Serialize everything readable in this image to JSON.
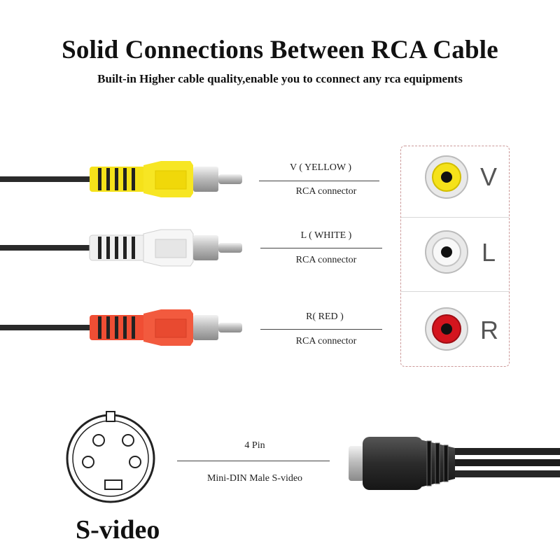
{
  "header": {
    "title": "Solid Connections Between RCA Cable",
    "subtitle": "Built-in Higher cable quality,enable you to cconnect any rca equipments"
  },
  "connectors": [
    {
      "name": "V ( YELLOW )",
      "type": "RCA connector",
      "color": "#f5e21a",
      "letter": "V"
    },
    {
      "name": "L ( WHITE )",
      "type": "RCA connector",
      "color": "#f4f4f4",
      "letter": "L"
    },
    {
      "name": "R( RED )",
      "type": "RCA connector",
      "color": "#f04e34",
      "letter": "R"
    }
  ],
  "svideo": {
    "pin_label": "4 Pin",
    "description": "Mini-DIN Male S-video",
    "title": "S-video"
  },
  "colors": {
    "cable": "#2a2a2a",
    "yellow": "#f5e21a",
    "white": "#f4f4f4",
    "red": "#f04e34",
    "jack_red": "#d4151e"
  }
}
